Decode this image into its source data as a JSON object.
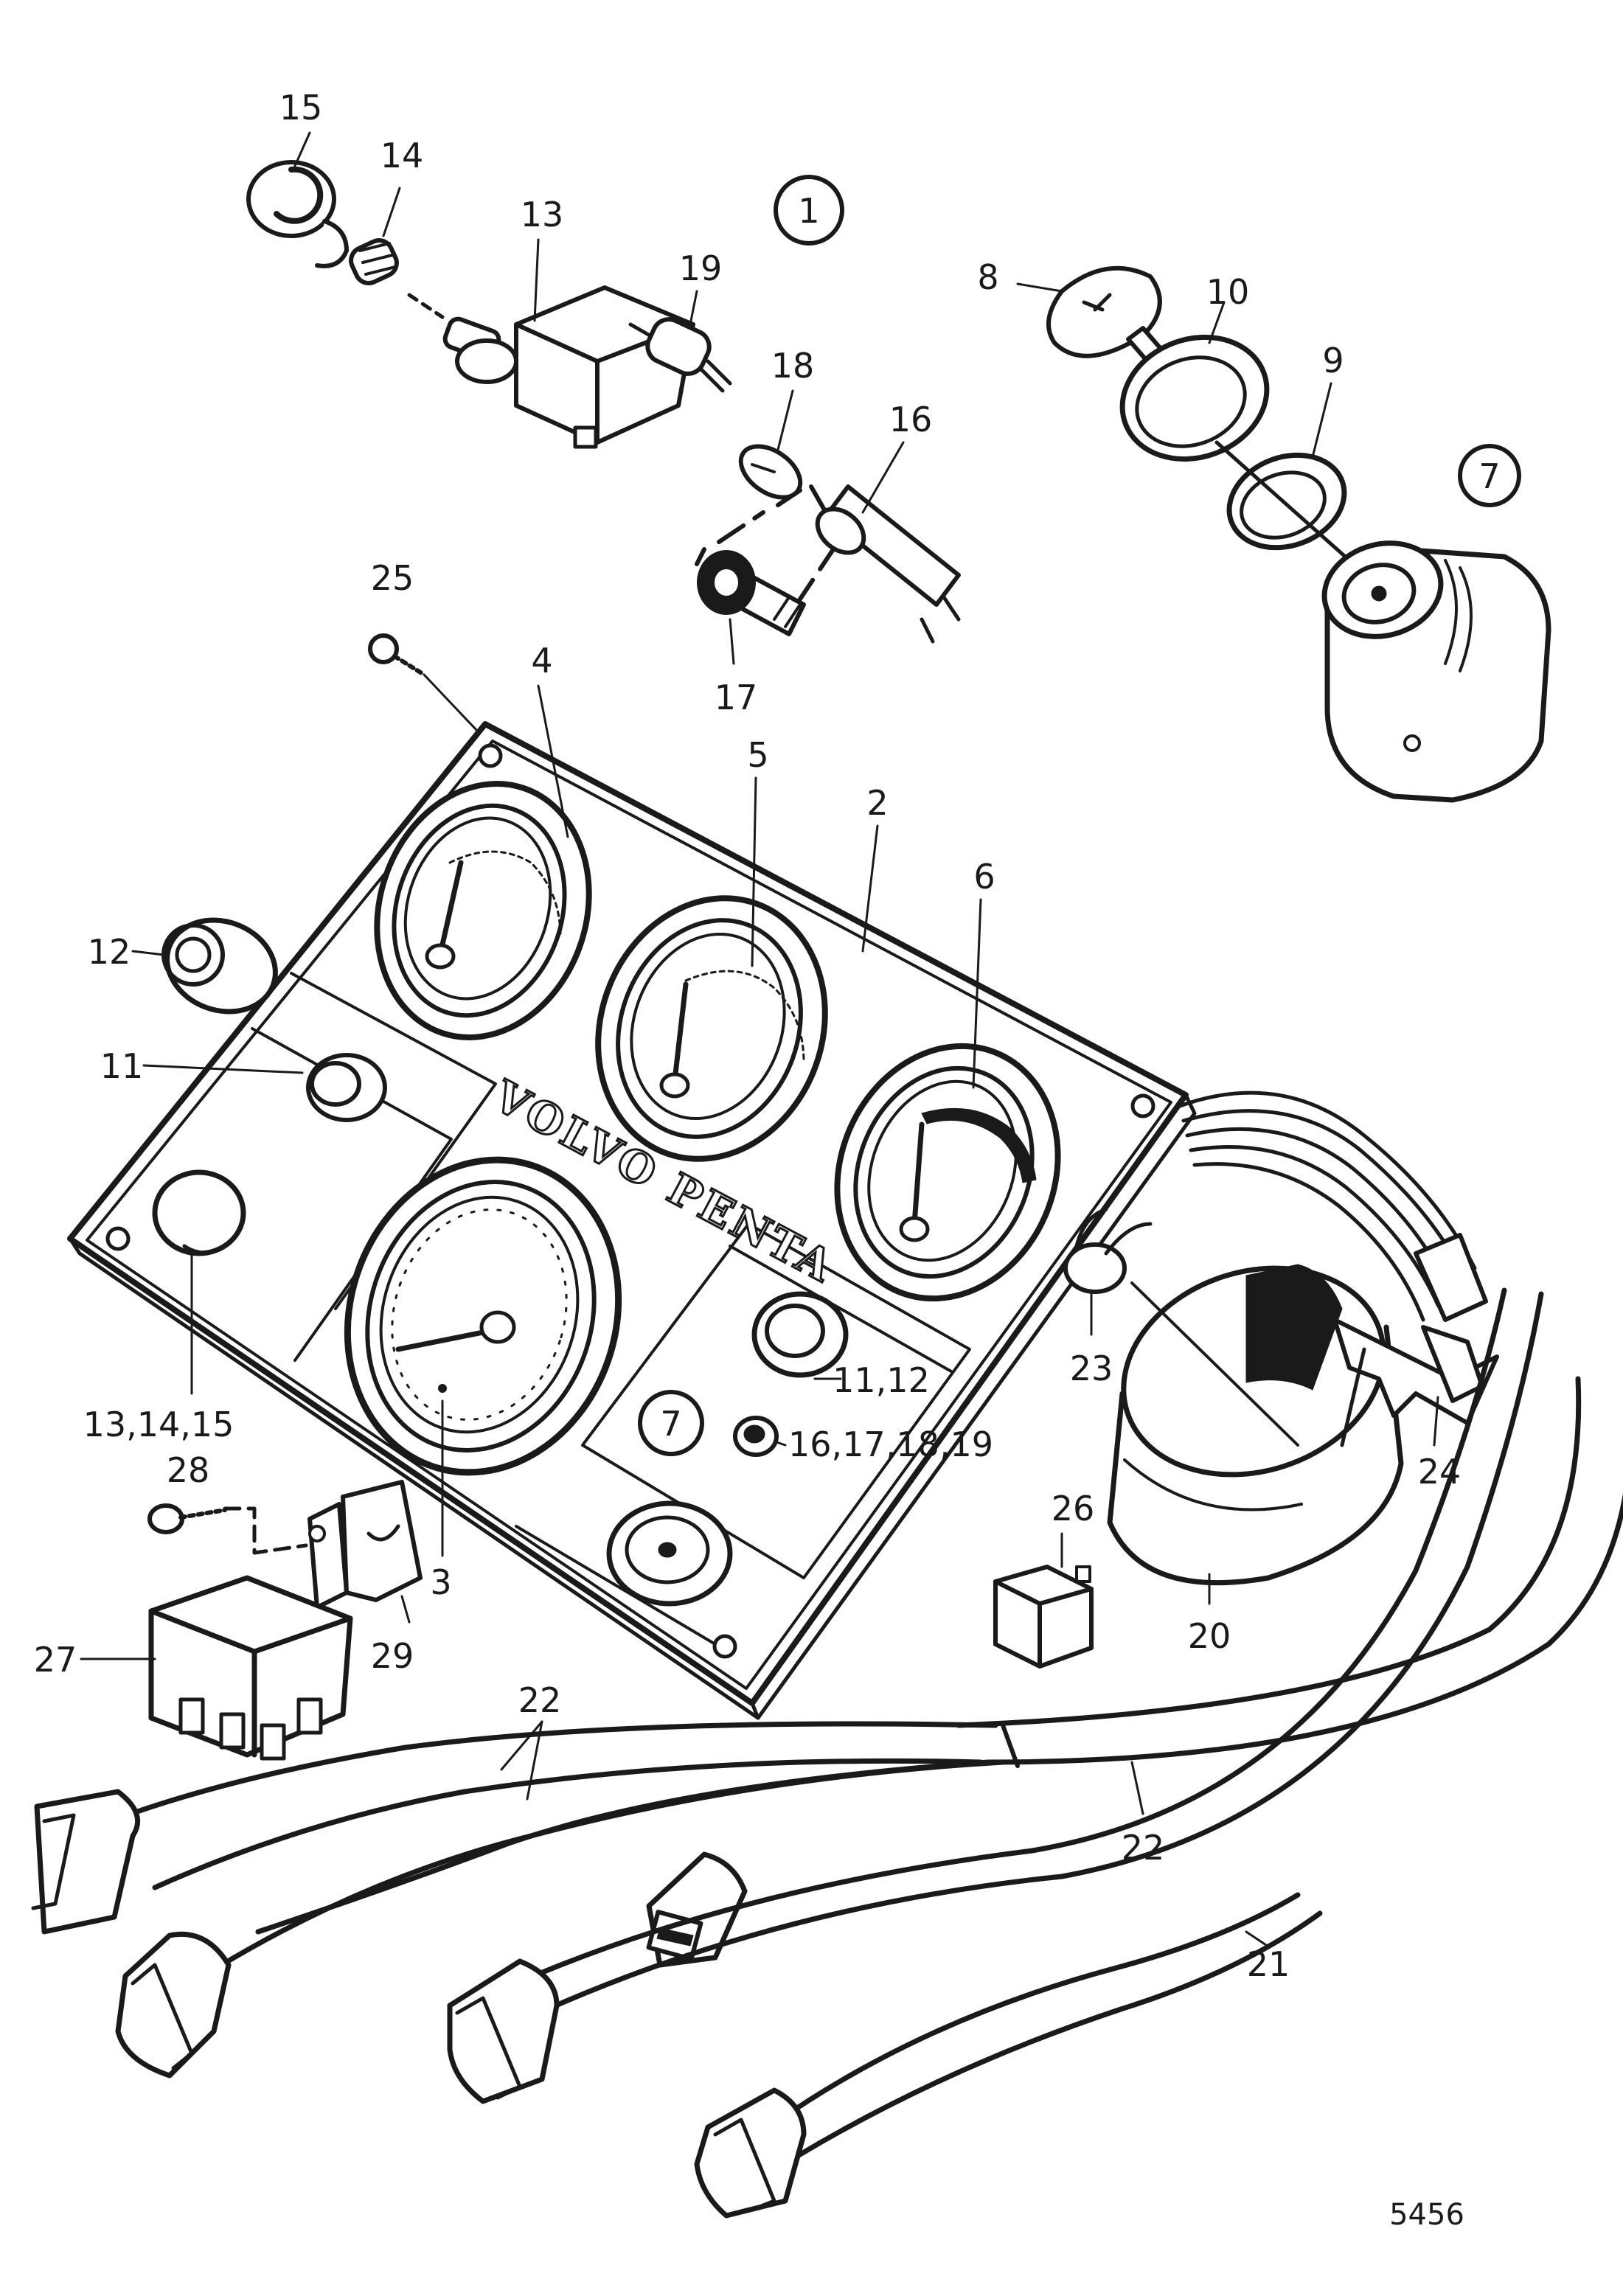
{
  "brand": "VOLVO PENTA",
  "reference_number": "5456",
  "callouts": {
    "c1": "1",
    "c2": "2",
    "c3": "3",
    "c4": "4",
    "c5": "5",
    "c6": "6",
    "c7a": "7",
    "c7b": "7",
    "c8": "8",
    "c9": "9",
    "c10": "10",
    "c11": "11",
    "c11_12": "11,12",
    "c12": "12",
    "c13": "13",
    "c13_14_15": "13,14,15",
    "c14": "14",
    "c15": "15",
    "c16": "16",
    "c16_17_18_19": "16,17,18,19",
    "c17": "17",
    "c18": "18",
    "c19": "19",
    "c20": "20",
    "c21": "21",
    "c22a": "22",
    "c22b": "22",
    "c23": "23",
    "c24": "24",
    "c25": "25",
    "c26": "26",
    "c27": "27",
    "c28": "28",
    "c29": "29"
  },
  "colors": {
    "ink": "#1a1a1a",
    "paper": "#ffffff"
  }
}
